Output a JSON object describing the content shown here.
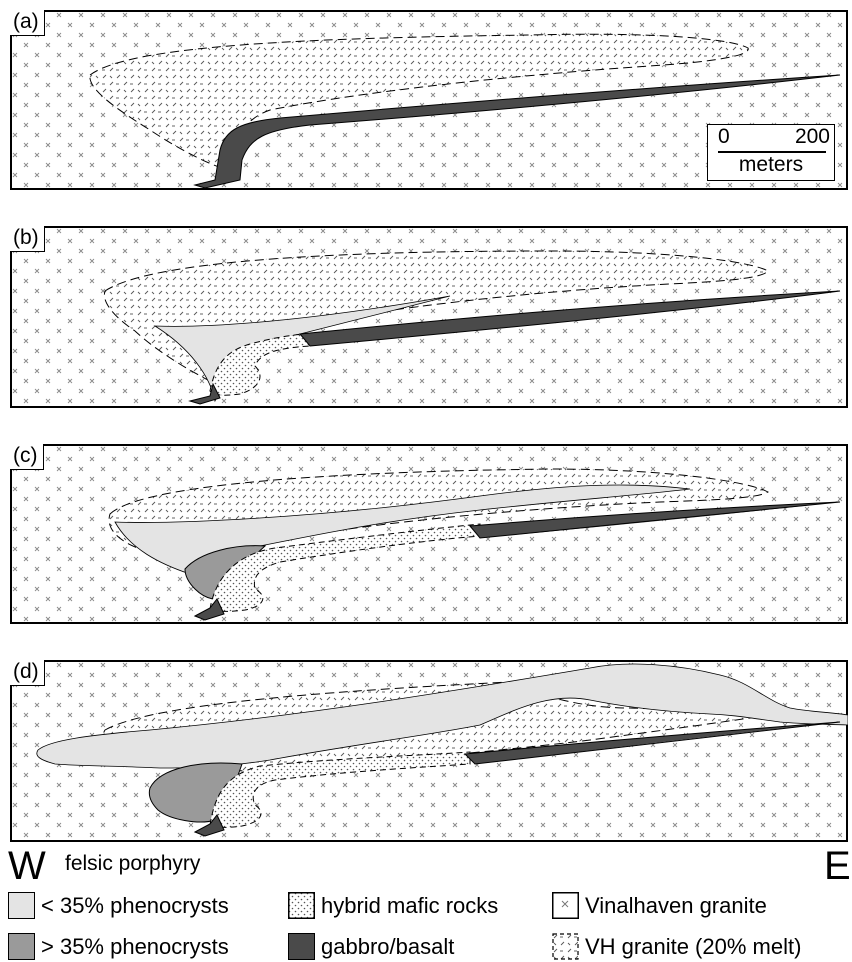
{
  "panels": [
    {
      "label": "(a)"
    },
    {
      "label": "(b)"
    },
    {
      "label": "(c)"
    },
    {
      "label": "(d)"
    }
  ],
  "scale_bar": {
    "start": "0",
    "end": "200",
    "unit": "meters"
  },
  "directions": {
    "west": "W",
    "east": "E"
  },
  "legend": {
    "group_title": "felsic porphyry",
    "items": [
      {
        "label": "< 35% phenocrysts",
        "pattern": "light-gray-fill",
        "color": "#e4e4e4"
      },
      {
        "label": "> 35% phenocrysts",
        "pattern": "medium-gray-fill",
        "color": "#9a9a9a"
      },
      {
        "label": "hybrid mafic rocks",
        "pattern": "stippled-dots"
      },
      {
        "label": "gabbro/basalt",
        "pattern": "dark-fill",
        "color": "#4a4a4a"
      },
      {
        "label": "Vinalhaven granite",
        "pattern": "x-crosses"
      },
      {
        "label": "VH granite (20% melt)",
        "pattern": "dashes-dashed-border"
      }
    ]
  }
}
